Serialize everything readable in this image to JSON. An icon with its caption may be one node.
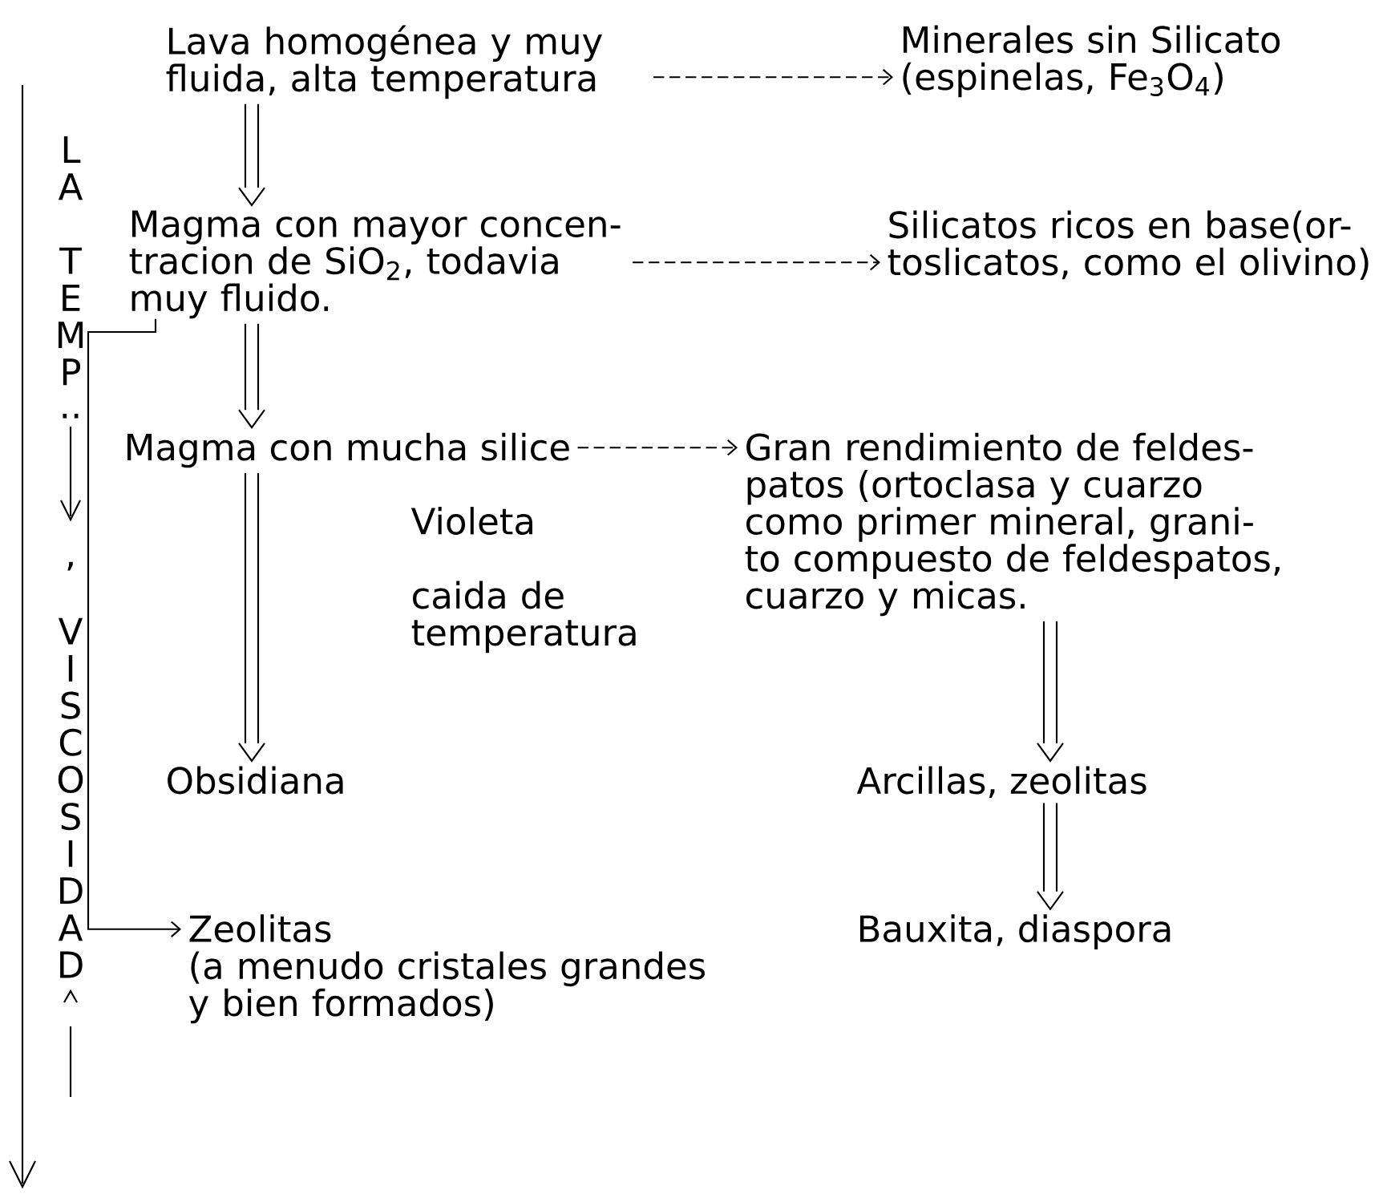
{
  "diagram": {
    "nodes": [
      {
        "text": [
          "Lava homogénea y muy fluida, alta temperatura"
        ]
      },
      {
        "text": [
          "Minerales sin Silicato (espinelas, Fe$_{3}$O$_{4}$)"
        ]
      },
      {
        "text": [
          "Magma con mayor concen- tracion de SiO$_{2}$, todavia muy fluido."
        ]
      },
      {
        "text": [
          "Silicatos ricos en base(or- toslicatos, como el olivino)"
        ]
      },
      {
        "text": [
          "Magma con mucha silice"
        ]
      },
      {
        "text": [
          "Gran rendimiento de feldes- patos (ortoclasa y cuarzo como primer mineral, grani- to compuesto de feldespatos, cuarzo y micas."
        ]
      },
      {
        "text": [
          "Obsidiana"
        ]
      },
      {
        "text": [
          "Arcillas, zeolitas"
        ]
      },
      {
        "text": [
          "Zeolitas",
          "(a menudo cristales grandes y bien formados)"
        ]
      },
      {
        "text": [
          "Bauxita, diaspora"
        ]
      }
    ],
    "edges": [
      {
        "from": 0,
        "to": 1,
        "arrow": "to",
        "style": "dashed"
      },
      {
        "from": 0,
        "to": 2,
        "arrow": "to"
      },
      {
        "from": 2,
        "to": 3,
        "arrow": "to",
        "style": "dashed"
      },
      {
        "from": 2,
        "to": 4,
        "arrow": "to"
      },
      {
        "from": 2,
        "to": 8,
        "arrow": "to"
      },
      {
        "from": 4,
        "to": 5,
        "arrow": "to",
        "style": "dashed"
      },
      {
        "from": 4,
        "to": 6,
        "arrow": "to"
      },
      {
        "from": 5,
        "to": 7,
        "arrow": "to"
      },
      {
        "from": 7,
        "to": 9,
        "arrow": "to"
      }
    ],
    "labels": [
      "LA",
      "TEMP",
      "..",
      ",",
      "VISCOSIDAD",
      "Violeta",
      "caida de temperatura"
    ]
  }
}
